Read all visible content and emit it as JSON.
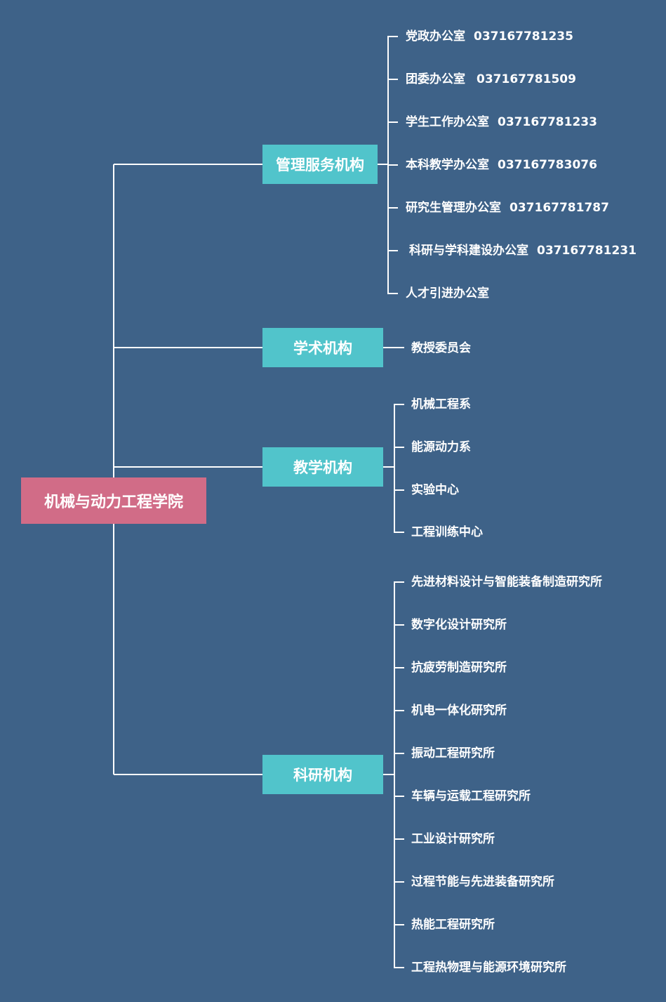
{
  "root": {
    "label": "机械与动力工程学院"
  },
  "branches": {
    "management": {
      "label": "管理服务机构",
      "items": [
        {
          "name": "党政办公室",
          "phone": "037167781235"
        },
        {
          "name": "团委办公室",
          "phone": "037167781509"
        },
        {
          "name": "学生工作办公室",
          "phone": "037167781233"
        },
        {
          "name": "本科教学办公室",
          "phone": "037167783076"
        },
        {
          "name": "研究生管理办公室",
          "phone": "037167781787"
        },
        {
          "name": "科研与学科建设办公室",
          "phone": "037167781231"
        },
        {
          "name": "人才引进办公室",
          "phone": ""
        }
      ]
    },
    "academic": {
      "label": "学术机构",
      "items": [
        {
          "name": "教授委员会"
        }
      ]
    },
    "teaching": {
      "label": "教学机构",
      "items": [
        {
          "name": "机械工程系"
        },
        {
          "name": "能源动力系"
        },
        {
          "name": "实验中心"
        },
        {
          "name": "工程训练中心"
        }
      ]
    },
    "research": {
      "label": "科研机构",
      "items": [
        {
          "name": "先进材料设计与智能装备制造研究所"
        },
        {
          "name": "数字化设计研究所"
        },
        {
          "name": "抗疲劳制造研究所"
        },
        {
          "name": "机电一体化研究所"
        },
        {
          "name": "振动工程研究所"
        },
        {
          "name": "车辆与运载工程研究所"
        },
        {
          "name": "工业设计研究所"
        },
        {
          "name": "过程节能与先进装备研究所"
        },
        {
          "name": "热能工程研究所"
        },
        {
          "name": "工程热物理与能源环境研究所"
        }
      ]
    }
  },
  "colors": {
    "background": "#3e6288",
    "root": "#d16c87",
    "branch": "#51c4cb",
    "line": "#ffffff"
  }
}
